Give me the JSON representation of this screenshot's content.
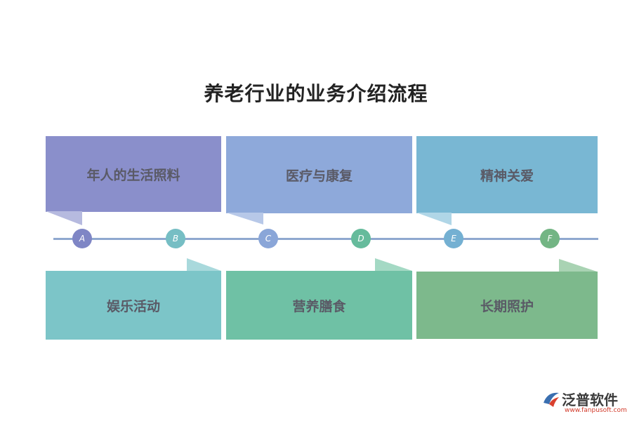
{
  "title": "养老行业的业务介绍流程",
  "top_cards": [
    {
      "label": "年人的生活照料",
      "color": "#8a8fcb"
    },
    {
      "label": "医疗与康复",
      "color": "#8ea9da"
    },
    {
      "label": "精神关爱",
      "color": "#79b7d3"
    }
  ],
  "bottom_cards": [
    {
      "label": "娱乐活动",
      "color": "#7cc5c8"
    },
    {
      "label": "营养膳食",
      "color": "#6fc1a5"
    },
    {
      "label": "长期照护",
      "color": "#7db98c"
    }
  ],
  "nodes": [
    {
      "letter": "A",
      "color": "#7f86c5"
    },
    {
      "letter": "B",
      "color": "#76bec4"
    },
    {
      "letter": "C",
      "color": "#8aa6d8"
    },
    {
      "letter": "D",
      "color": "#66bb9c"
    },
    {
      "letter": "E",
      "color": "#74b0d2"
    },
    {
      "letter": "F",
      "color": "#73b584"
    }
  ],
  "logo": {
    "name": "泛普软件",
    "url": "www.fanpusoft.com"
  }
}
